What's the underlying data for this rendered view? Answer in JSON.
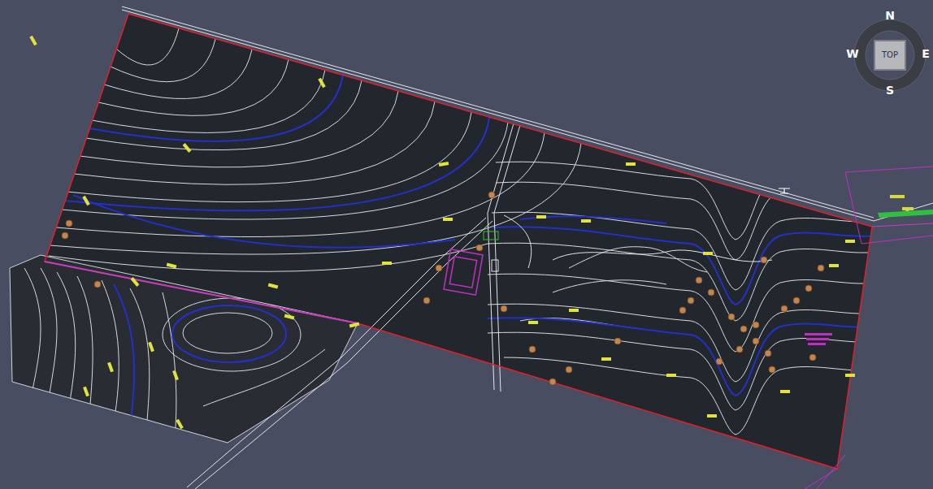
{
  "diagram": {
    "labels": [
      "N",
      "W",
      "TOP",
      "E",
      "S"
    ]
  }
}
